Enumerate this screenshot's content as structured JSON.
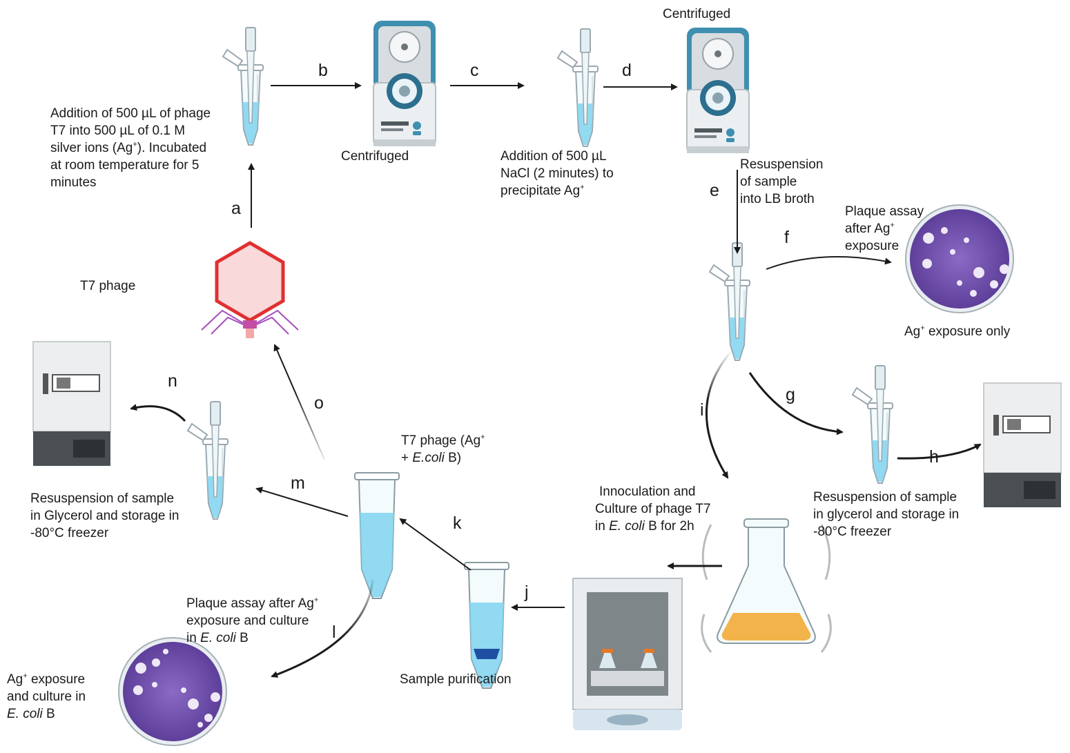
{
  "colors": {
    "tube_liquid": "#7fd3ee",
    "tube_dark": "#1f4fa3",
    "phage_red": "#e03030",
    "phage_purple": "#a44dbd",
    "plate_purple": "#7a5ab4",
    "centrifuge_teal": "#3f8fb0",
    "culture_yellow": "#f2b44a",
    "arrow": "#1a1a1a"
  },
  "labels": {
    "t7_phage": "T7 phage",
    "step_a_l1": "Addition of 500 µL of phage",
    "step_a_l2": "T7  into 500 µL of  0.1 M",
    "step_a_l3a": "silver ions (Ag",
    "step_a_l3sup": "+",
    "step_a_l3b": "). Incubated",
    "step_a_l4": "at room temperature for 5",
    "step_a_l5": "minutes",
    "centrifuged_1": "Centrifuged",
    "centrifuged_2": "Centrifuged",
    "nacl_l1": "Addition of 500 µL",
    "nacl_l2": "NaCl (2 minutes) to",
    "nacl_l3": "precipitate Ag",
    "nacl_sup": "+",
    "resusp_lb_l1": "Resuspension",
    "resusp_lb_l2": "of sample",
    "resusp_lb_l3": "into LB broth",
    "plaque1_l1": "Plaque assay",
    "plaque1_l2": "after Ag",
    "plaque1_sup": "+",
    "plaque1_l3": "exposure",
    "ag_only_a": "Ag",
    "ag_only_sup": "+",
    "ag_only_b": " exposure only",
    "glycerol_right_l1": "Resuspension of sample",
    "glycerol_right_l2": "in glycerol and storage in",
    "glycerol_right_l3": "-80°C freezer",
    "innoc_l1": "Innoculation and",
    "innoc_l2": "Culture of phage T7",
    "innoc_l3a": "in ",
    "innoc_l3i": "E. coli",
    "innoc_l3b": " B for 2h",
    "purification": "Sample purification",
    "t7_ag_l1a": "T7 phage  (Ag",
    "t7_ag_sup": "+",
    "t7_ag_l2a": "+ ",
    "t7_ag_l2i": "E.coli",
    "t7_ag_l2b": " B)",
    "plaque2_l1a": "Plaque assay after Ag",
    "plaque2_sup": "+",
    "plaque2_l2": "exposure and culture",
    "plaque2_l3a": "in ",
    "plaque2_l3i": "E. coli",
    "plaque2_l3b": " B",
    "ag_culture_l1a": "Ag",
    "ag_culture_sup": "+",
    "ag_culture_l1b": " exposure",
    "ag_culture_l2": "and culture in",
    "ag_culture_l3i": "E. coli",
    "ag_culture_l3b": " B",
    "glycerol_left_l1": "Resuspension of sample",
    "glycerol_left_l2": "in Glycerol and storage in",
    "glycerol_left_l3": "-80°C freezer"
  },
  "steps": {
    "a": "a",
    "b": "b",
    "c": "c",
    "d": "d",
    "e": "e",
    "f": "f",
    "g": "g",
    "h": "h",
    "i": "i",
    "j": "j",
    "k": "k",
    "l": "l",
    "m": "m",
    "n": "n",
    "o": "o"
  }
}
